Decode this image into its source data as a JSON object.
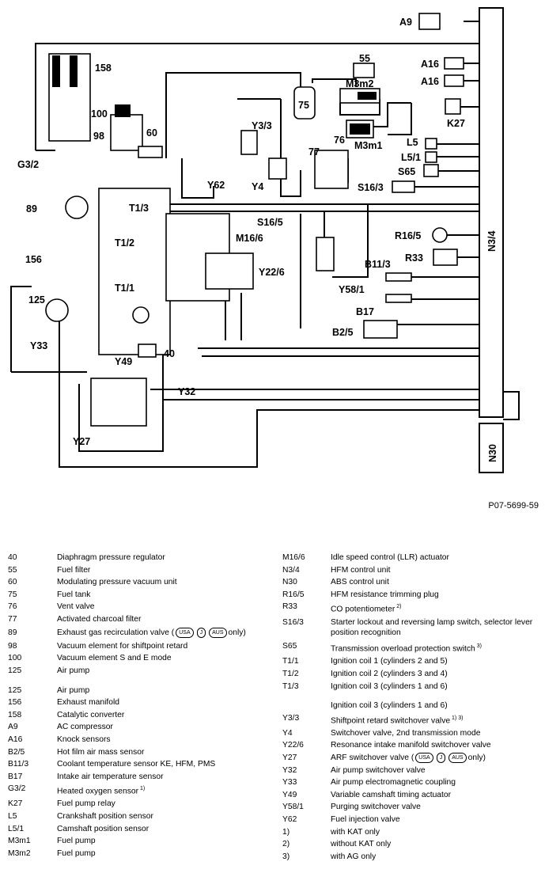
{
  "diagram": {
    "figure_id": "P07-5699-59",
    "labels": [
      "A9",
      "158",
      "55",
      "A16",
      "A16",
      "M3m2",
      "75",
      "K27",
      "100",
      "60",
      "Y3/3",
      "98",
      "76",
      "M3m1",
      "L5",
      "L5/1",
      "G3/2",
      "77",
      "S65",
      "Y62",
      "Y4",
      "S16/3",
      "89",
      "T1/3",
      "S16/5",
      "M16/6",
      "R16/5",
      "T1/2",
      "N3/4",
      "R33",
      "156",
      "Y22/6",
      "B11/3",
      "T1/1",
      "Y58/1",
      "125",
      "B17",
      "Y33",
      "B2/5",
      "40",
      "Y49",
      "Y32",
      "Y27",
      "N30"
    ]
  },
  "legend_left": [
    {
      "code": "40",
      "desc": "Diaphragm pressure regulator"
    },
    {
      "code": "55",
      "desc": "Fuel filter"
    },
    {
      "code": "60",
      "desc": "Modulating pressure vacuum unit"
    },
    {
      "code": "75",
      "desc": "Fuel tank"
    },
    {
      "code": "76",
      "desc": "Vent valve"
    },
    {
      "code": "77",
      "desc": "Activated charcoal filter"
    },
    {
      "code": "89",
      "desc": "Exhaust gas recirculation valve (",
      "badges": [
        "USA",
        "J",
        "AUS"
      ],
      "desc_end": "only)"
    },
    {
      "code": "98",
      "desc": "Vacuum element for shiftpoint retard"
    },
    {
      "code": "100",
      "desc": "Vacuum element S and E mode"
    },
    {
      "code": "125",
      "desc": "Air pump"
    },
    {
      "code": "125",
      "desc": "Air pump"
    },
    {
      "code": "156",
      "desc": "Exhaust manifold"
    },
    {
      "code": "158",
      "desc": "Catalytic converter"
    },
    {
      "code": "A9",
      "desc": "AC compressor"
    },
    {
      "code": "A16",
      "desc": "Knock sensors"
    },
    {
      "code": "B2/5",
      "desc": "Hot film air mass sensor"
    },
    {
      "code": "B11/3",
      "desc": "Coolant temperature sensor KE, HFM, PMS"
    },
    {
      "code": "B17",
      "desc": "Intake air temperature sensor"
    },
    {
      "code": "G3/2",
      "desc": "Heated oxygen sensor",
      "note": "1)"
    },
    {
      "code": "K27",
      "desc": "Fuel pump relay"
    },
    {
      "code": "L5",
      "desc": "Crankshaft position sensor"
    },
    {
      "code": "L5/1",
      "desc": "Camshaft position sensor"
    },
    {
      "code": "M3m1",
      "desc": "Fuel pump"
    },
    {
      "code": "M3m2",
      "desc": "Fuel pump"
    }
  ],
  "legend_right": [
    {
      "code": "M16/6",
      "desc": "Idle speed control (LLR) actuator"
    },
    {
      "code": "N3/4",
      "desc": "HFM control unit"
    },
    {
      "code": "N30",
      "desc": "ABS control unit"
    },
    {
      "code": "R16/5",
      "desc": "HFM resistance trimming plug"
    },
    {
      "code": "R33",
      "desc": "CO potentiometer",
      "note": "2)"
    },
    {
      "code": "S16/3",
      "desc": "Starter lockout and reversing lamp switch, selector lever position recognition"
    },
    {
      "code": "S65",
      "desc": "Transmission overload protection switch",
      "note": "3)"
    },
    {
      "code": "T1/1",
      "desc": "Ignition coil 1 (cylinders 2 and 5)"
    },
    {
      "code": "T1/2",
      "desc": "Ignition coil 2 (cylinders 3 and 4)"
    },
    {
      "code": "T1/3",
      "desc": "Ignition coil 3 (cylinders 1 and 6)"
    },
    {
      "code": "",
      "desc": "Ignition coil 3 (cylinders 1 and 6)"
    },
    {
      "code": "Y3/3",
      "desc": "Shiftpoint retard switchover valve",
      "note": "1) 3)"
    },
    {
      "code": "Y4",
      "desc": "Switchover valve, 2nd transmission mode"
    },
    {
      "code": "Y22/6",
      "desc": "Resonance intake manifold switchover valve"
    },
    {
      "code": "Y27",
      "desc": "ARF switchover valve (",
      "badges": [
        "USA",
        "J",
        "AUS"
      ],
      "desc_end": "only)"
    },
    {
      "code": "Y32",
      "desc": "Air pump switchover valve"
    },
    {
      "code": "Y33",
      "desc": "Air pump electromagnetic coupling"
    },
    {
      "code": "Y49",
      "desc": "Variable camshaft timing actuator"
    },
    {
      "code": "Y58/1",
      "desc": "Purging switchover valve"
    },
    {
      "code": "Y62",
      "desc": "Fuel injection valve"
    },
    {
      "code": "1)",
      "desc": "with KAT only"
    },
    {
      "code": "2)",
      "desc": "without KAT only"
    },
    {
      "code": "3)",
      "desc": "with AG only"
    }
  ]
}
